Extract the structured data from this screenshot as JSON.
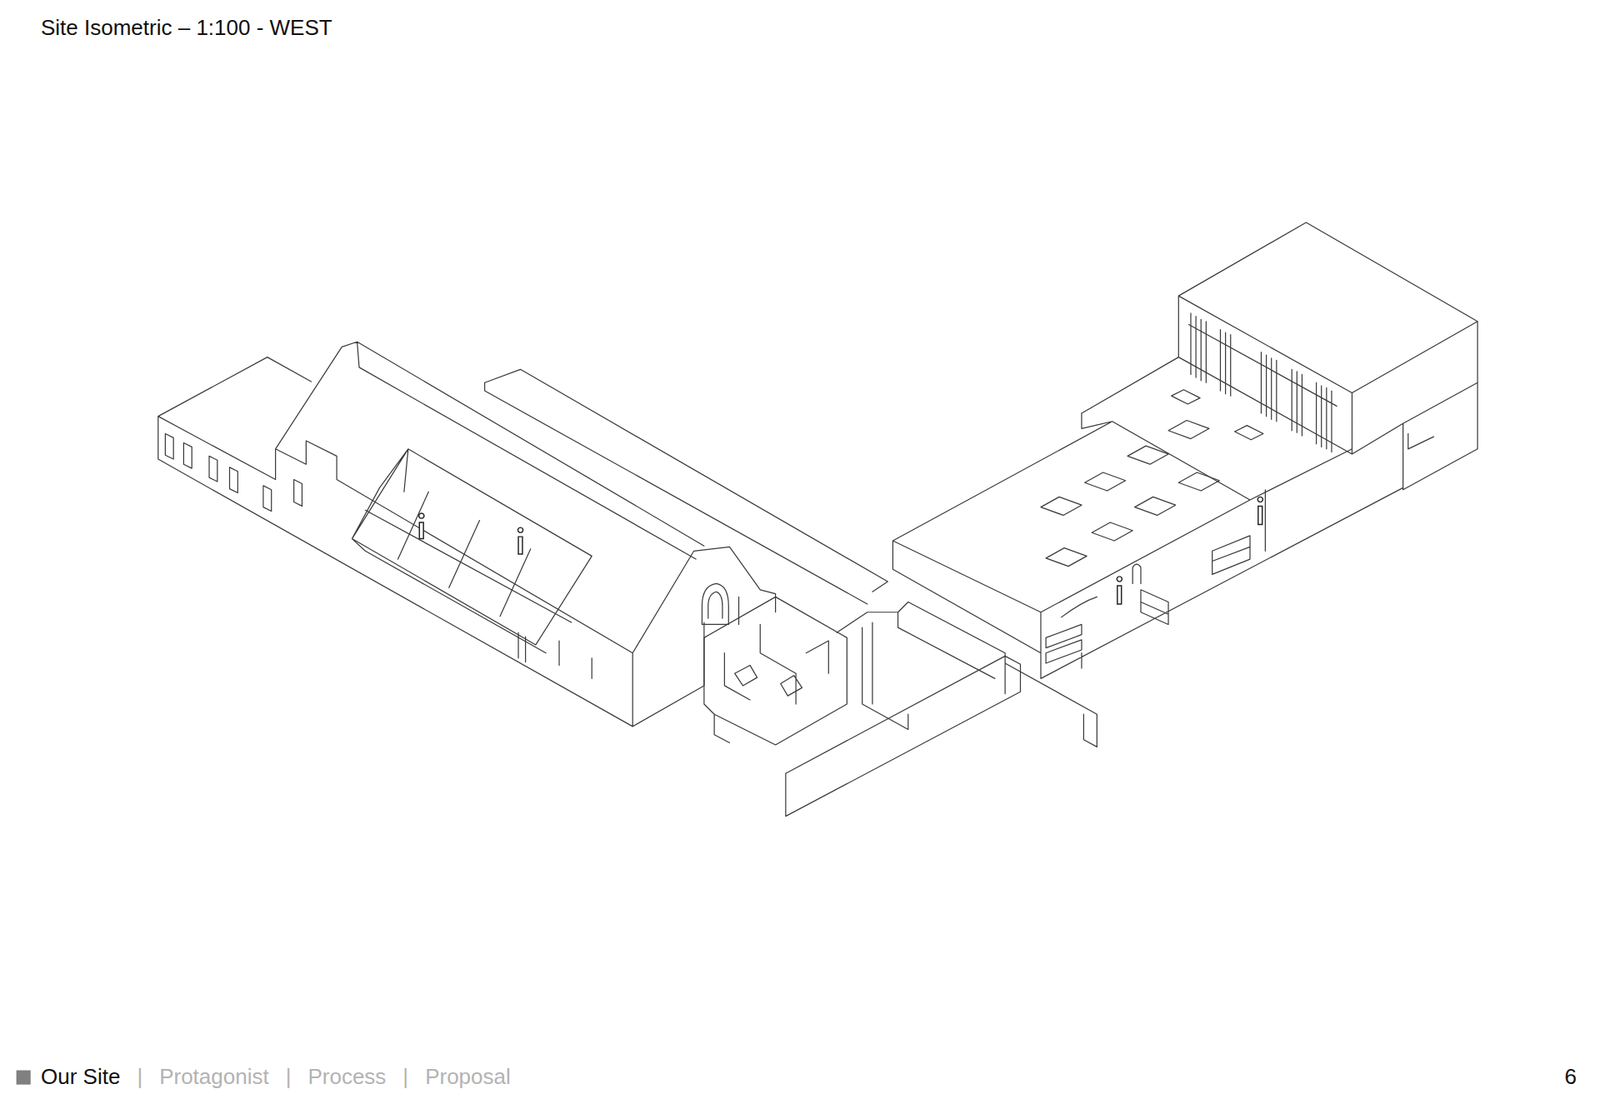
{
  "diagram": {
    "title": "Site Isometric – 1:100 - WEST",
    "labels": [
      "Our Site",
      "|",
      "Protagonist",
      "|",
      "Process",
      "|",
      "Proposal",
      "6"
    ]
  }
}
